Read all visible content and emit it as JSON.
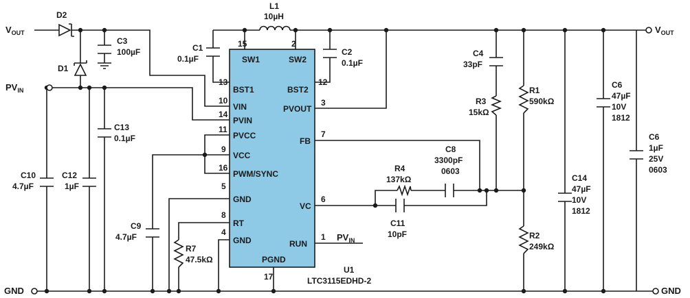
{
  "nets": {
    "vout_left": {
      "main": "V",
      "sub": "OUT"
    },
    "vout_right": {
      "main": "V",
      "sub": "OUT"
    },
    "pvin_left": {
      "main": "PV",
      "sub": "IN"
    },
    "pvin_run": {
      "main": "PV",
      "sub": "IN"
    },
    "gnd_left": "GND",
    "gnd_right": "GND"
  },
  "ic": {
    "designator": "U1",
    "part_number": "LTC3115EDHD-2",
    "color": "#8ecae6",
    "pins": [
      {
        "number": "15",
        "name": "SW1"
      },
      {
        "number": "2",
        "name": "SW2"
      },
      {
        "number": "13",
        "name": "BST1"
      },
      {
        "number": "12",
        "name": "BST2"
      },
      {
        "number": "10",
        "name": "VIN"
      },
      {
        "number": "14",
        "name": "PVIN"
      },
      {
        "number": "3",
        "name": "PVOUT"
      },
      {
        "number": "11",
        "name": "PVCC"
      },
      {
        "number": "9",
        "name": "VCC"
      },
      {
        "number": "16",
        "name": "PWM/SYNC"
      },
      {
        "number": "7",
        "name": "FB"
      },
      {
        "number": "5",
        "name": "GND"
      },
      {
        "number": "6",
        "name": "VC"
      },
      {
        "number": "8",
        "name": "RT"
      },
      {
        "number": "4",
        "name": "GND"
      },
      {
        "number": "1",
        "name": "RUN"
      },
      {
        "number": "17",
        "name": "PGND"
      }
    ]
  },
  "components": {
    "D2": {
      "ref": "D2"
    },
    "D1": {
      "ref": "D1"
    },
    "L1": {
      "ref": "L1",
      "value": "10µH"
    },
    "C3": {
      "ref": "C3",
      "value": "100µF"
    },
    "C1": {
      "ref": "C1",
      "value": "0.1µF"
    },
    "C2": {
      "ref": "C2",
      "value": "0.1µF"
    },
    "C4": {
      "ref": "C4",
      "value": "33pF"
    },
    "R3": {
      "ref": "R3",
      "value": "15kΩ"
    },
    "R1": {
      "ref": "R1",
      "value": "590kΩ"
    },
    "C6a": {
      "ref": "C6",
      "value": "47µF",
      "voltage": "10V",
      "package": "1812"
    },
    "C6b": {
      "ref": "C6",
      "value": "1µF",
      "voltage": "25V",
      "package": "0603"
    },
    "C13": {
      "ref": "C13",
      "value": "0.1µF"
    },
    "C10": {
      "ref": "C10",
      "value": "4.7µF"
    },
    "C12": {
      "ref": "C12",
      "value": "1µF"
    },
    "C9": {
      "ref": "C9",
      "value": "4.7µF"
    },
    "R7": {
      "ref": "R7",
      "value": "47.5kΩ"
    },
    "C8": {
      "ref": "C8",
      "value": "3300pF",
      "package": "0603"
    },
    "R4": {
      "ref": "R4",
      "value": "137kΩ"
    },
    "C11": {
      "ref": "C11",
      "value": "10pF"
    },
    "C14": {
      "ref": "C14",
      "value": "47µF",
      "voltage": "10V",
      "package": "1812"
    },
    "R2": {
      "ref": "R2",
      "value": "249kΩ"
    }
  }
}
